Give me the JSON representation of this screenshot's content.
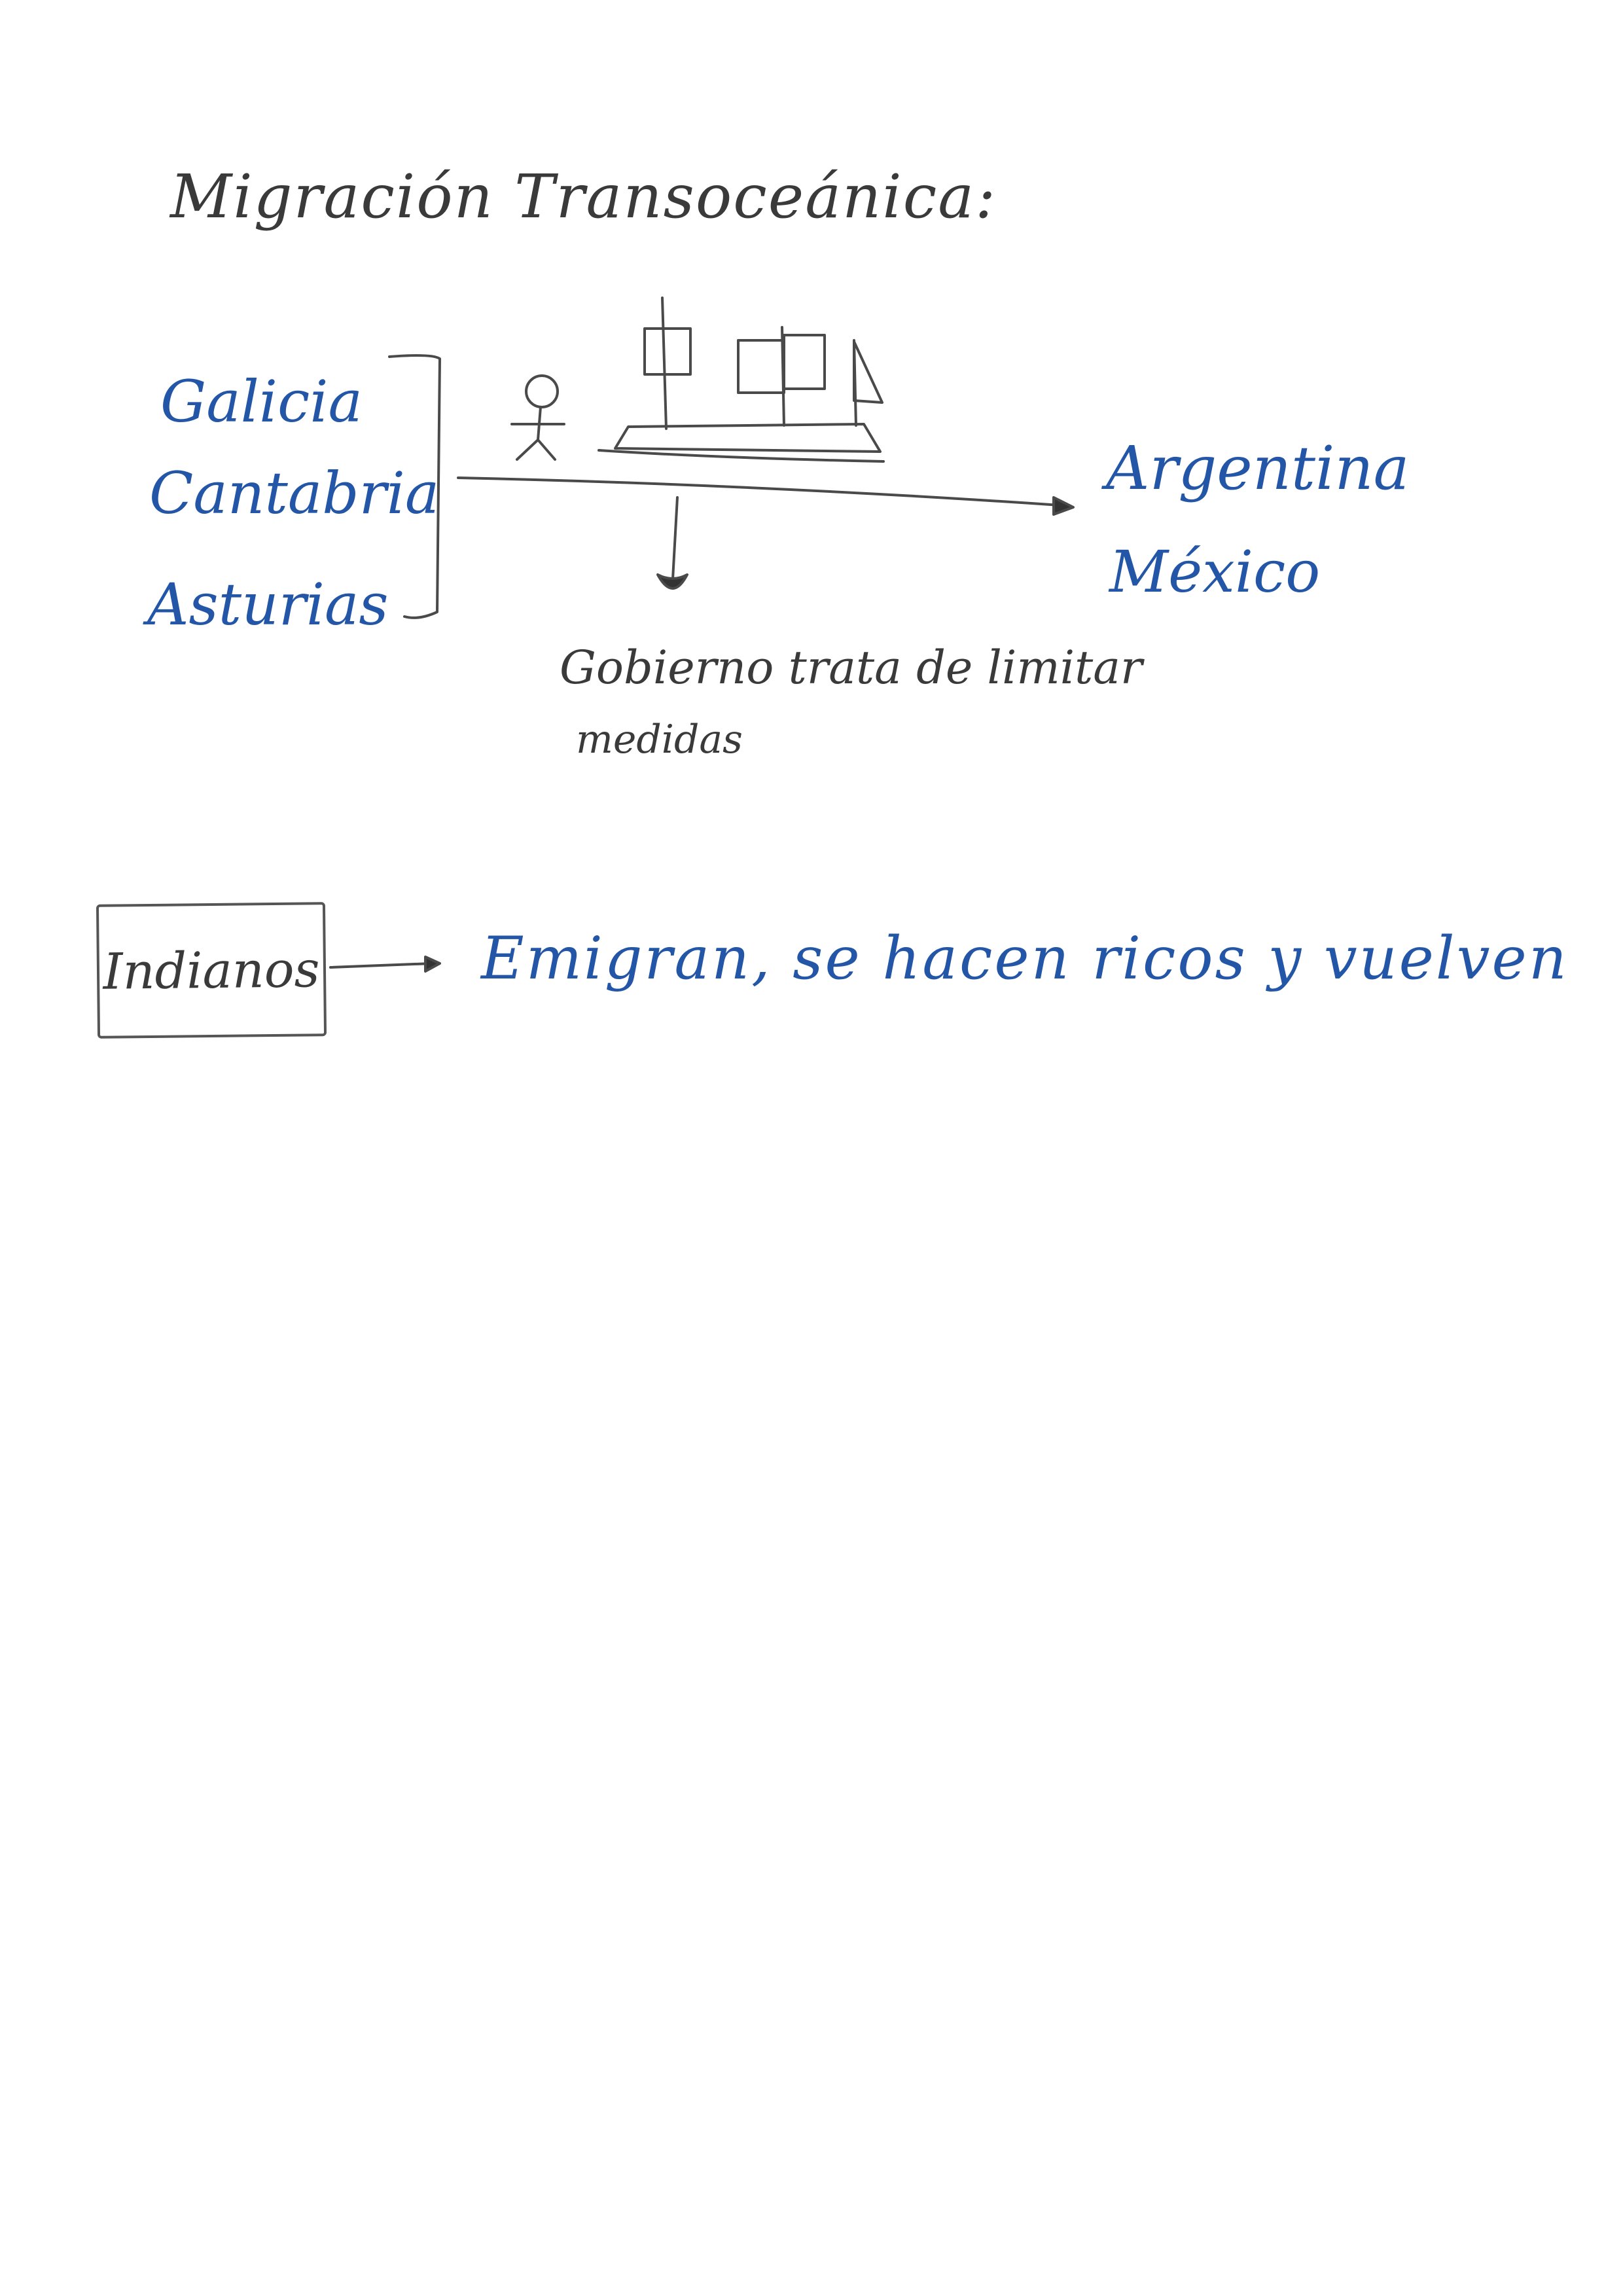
{
  "title": "Migración Transoceánica:",
  "origins": [
    "Galicia",
    "Cantabria",
    "Asturias"
  ],
  "destinations": [
    "Argentina",
    "México"
  ],
  "government_note": {
    "line1": "Gobierno trata de limitar",
    "line2": "medidas"
  },
  "indianos": {
    "label": "Indianos",
    "description": "Emigran, se hacen ricos y vuelven"
  },
  "colors": {
    "pencil": "#3a3a3a",
    "ink": "#2456a8",
    "paper": "#ffffff"
  },
  "icons": [
    "stick-figure-icon",
    "sailing-ship-icon",
    "arrow-right-icon",
    "arrow-down-icon"
  ]
}
